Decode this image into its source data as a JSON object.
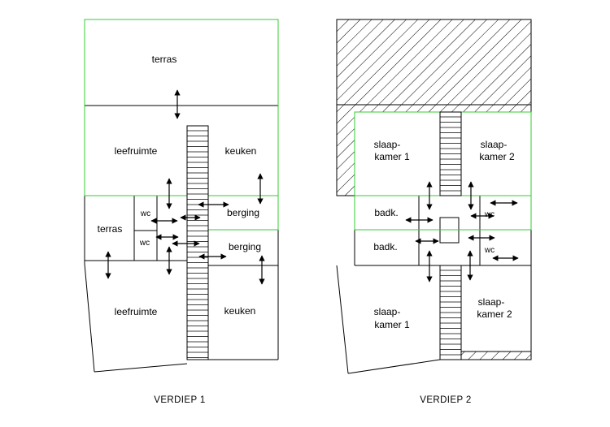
{
  "floor1": {
    "caption": "VERDIEP 1",
    "rooms": {
      "terras_top": "terras",
      "leefruimte_top": "leefruimte",
      "keuken_top": "keuken",
      "terras_left": "terras",
      "wc_a": "wc",
      "wc_b": "wc",
      "berging_a": "berging",
      "berging_b": "berging",
      "leefruimte_bottom": "leefruimte",
      "keuken_bottom": "keuken"
    }
  },
  "floor2": {
    "caption": "VERDIEP 2",
    "rooms": {
      "slaapkamer1_top_l1": "slaap-",
      "slaapkamer1_top_l2": "kamer 1",
      "slaapkamer2_top_l1": "slaap-",
      "slaapkamer2_top_l2": "kamer 2",
      "badk_a": "badk.",
      "badk_b": "badk.",
      "wc_a": "wc",
      "wc_b": "wc",
      "slaapkamer1_bottom_l1": "slaap-",
      "slaapkamer1_bottom_l2": "kamer 1",
      "slaapkamer2_bottom_l1": "slaap-",
      "slaapkamer2_bottom_l2": "kamer 2"
    }
  },
  "colors": {
    "wall": "#000000",
    "highlight": "#33cc33",
    "background": "#ffffff"
  }
}
